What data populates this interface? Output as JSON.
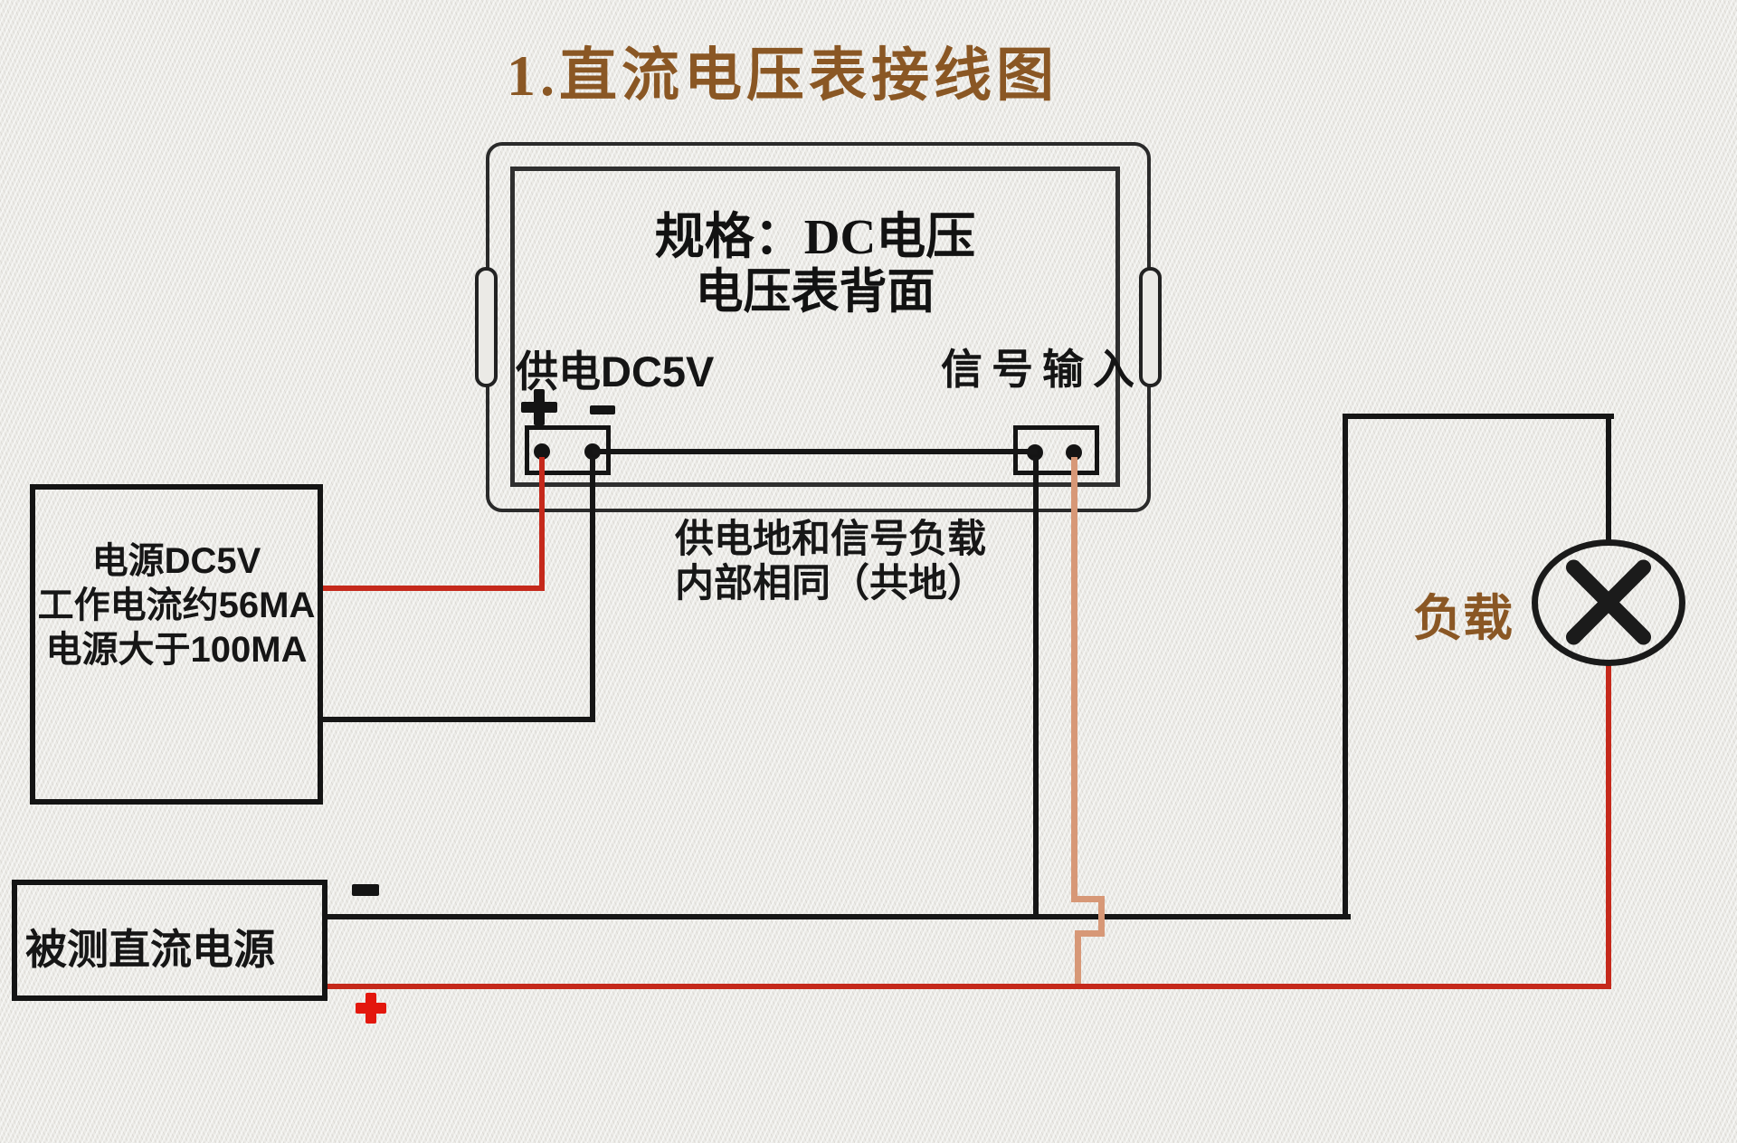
{
  "title": {
    "text": "1.直流电压表接线图",
    "color": "#8a5724"
  },
  "meter": {
    "spec_line1": "规格：DC电压",
    "spec_line2": "电压表背面",
    "supply_label": "供电DC5V",
    "signal_label": "信号输入",
    "supply_plus": "+",
    "supply_minus": "−"
  },
  "power_box": {
    "lines": [
      "电源DC5V",
      "工作电流约56MA",
      "电源大于100MA"
    ]
  },
  "measured_box": {
    "label": "被测直流电源",
    "minus": "−",
    "plus": "+"
  },
  "note": {
    "line1": "供电地和信号负载",
    "line2": "内部相同（共地）"
  },
  "load": {
    "label": "负载"
  },
  "icons": {
    "supply_plus": "plus-icon",
    "supply_minus": "minus-icon",
    "source_minus": "minus-icon",
    "source_plus": "plus-icon",
    "lamp": "lamp-cross-icon"
  },
  "colors": {
    "wire_red": "#c5291b",
    "wire_black": "#161616",
    "wire_signal_positive": "#d79877",
    "accent_brown": "#8a5724",
    "plus_red": "#e3170d",
    "background": "#ebeae6"
  }
}
